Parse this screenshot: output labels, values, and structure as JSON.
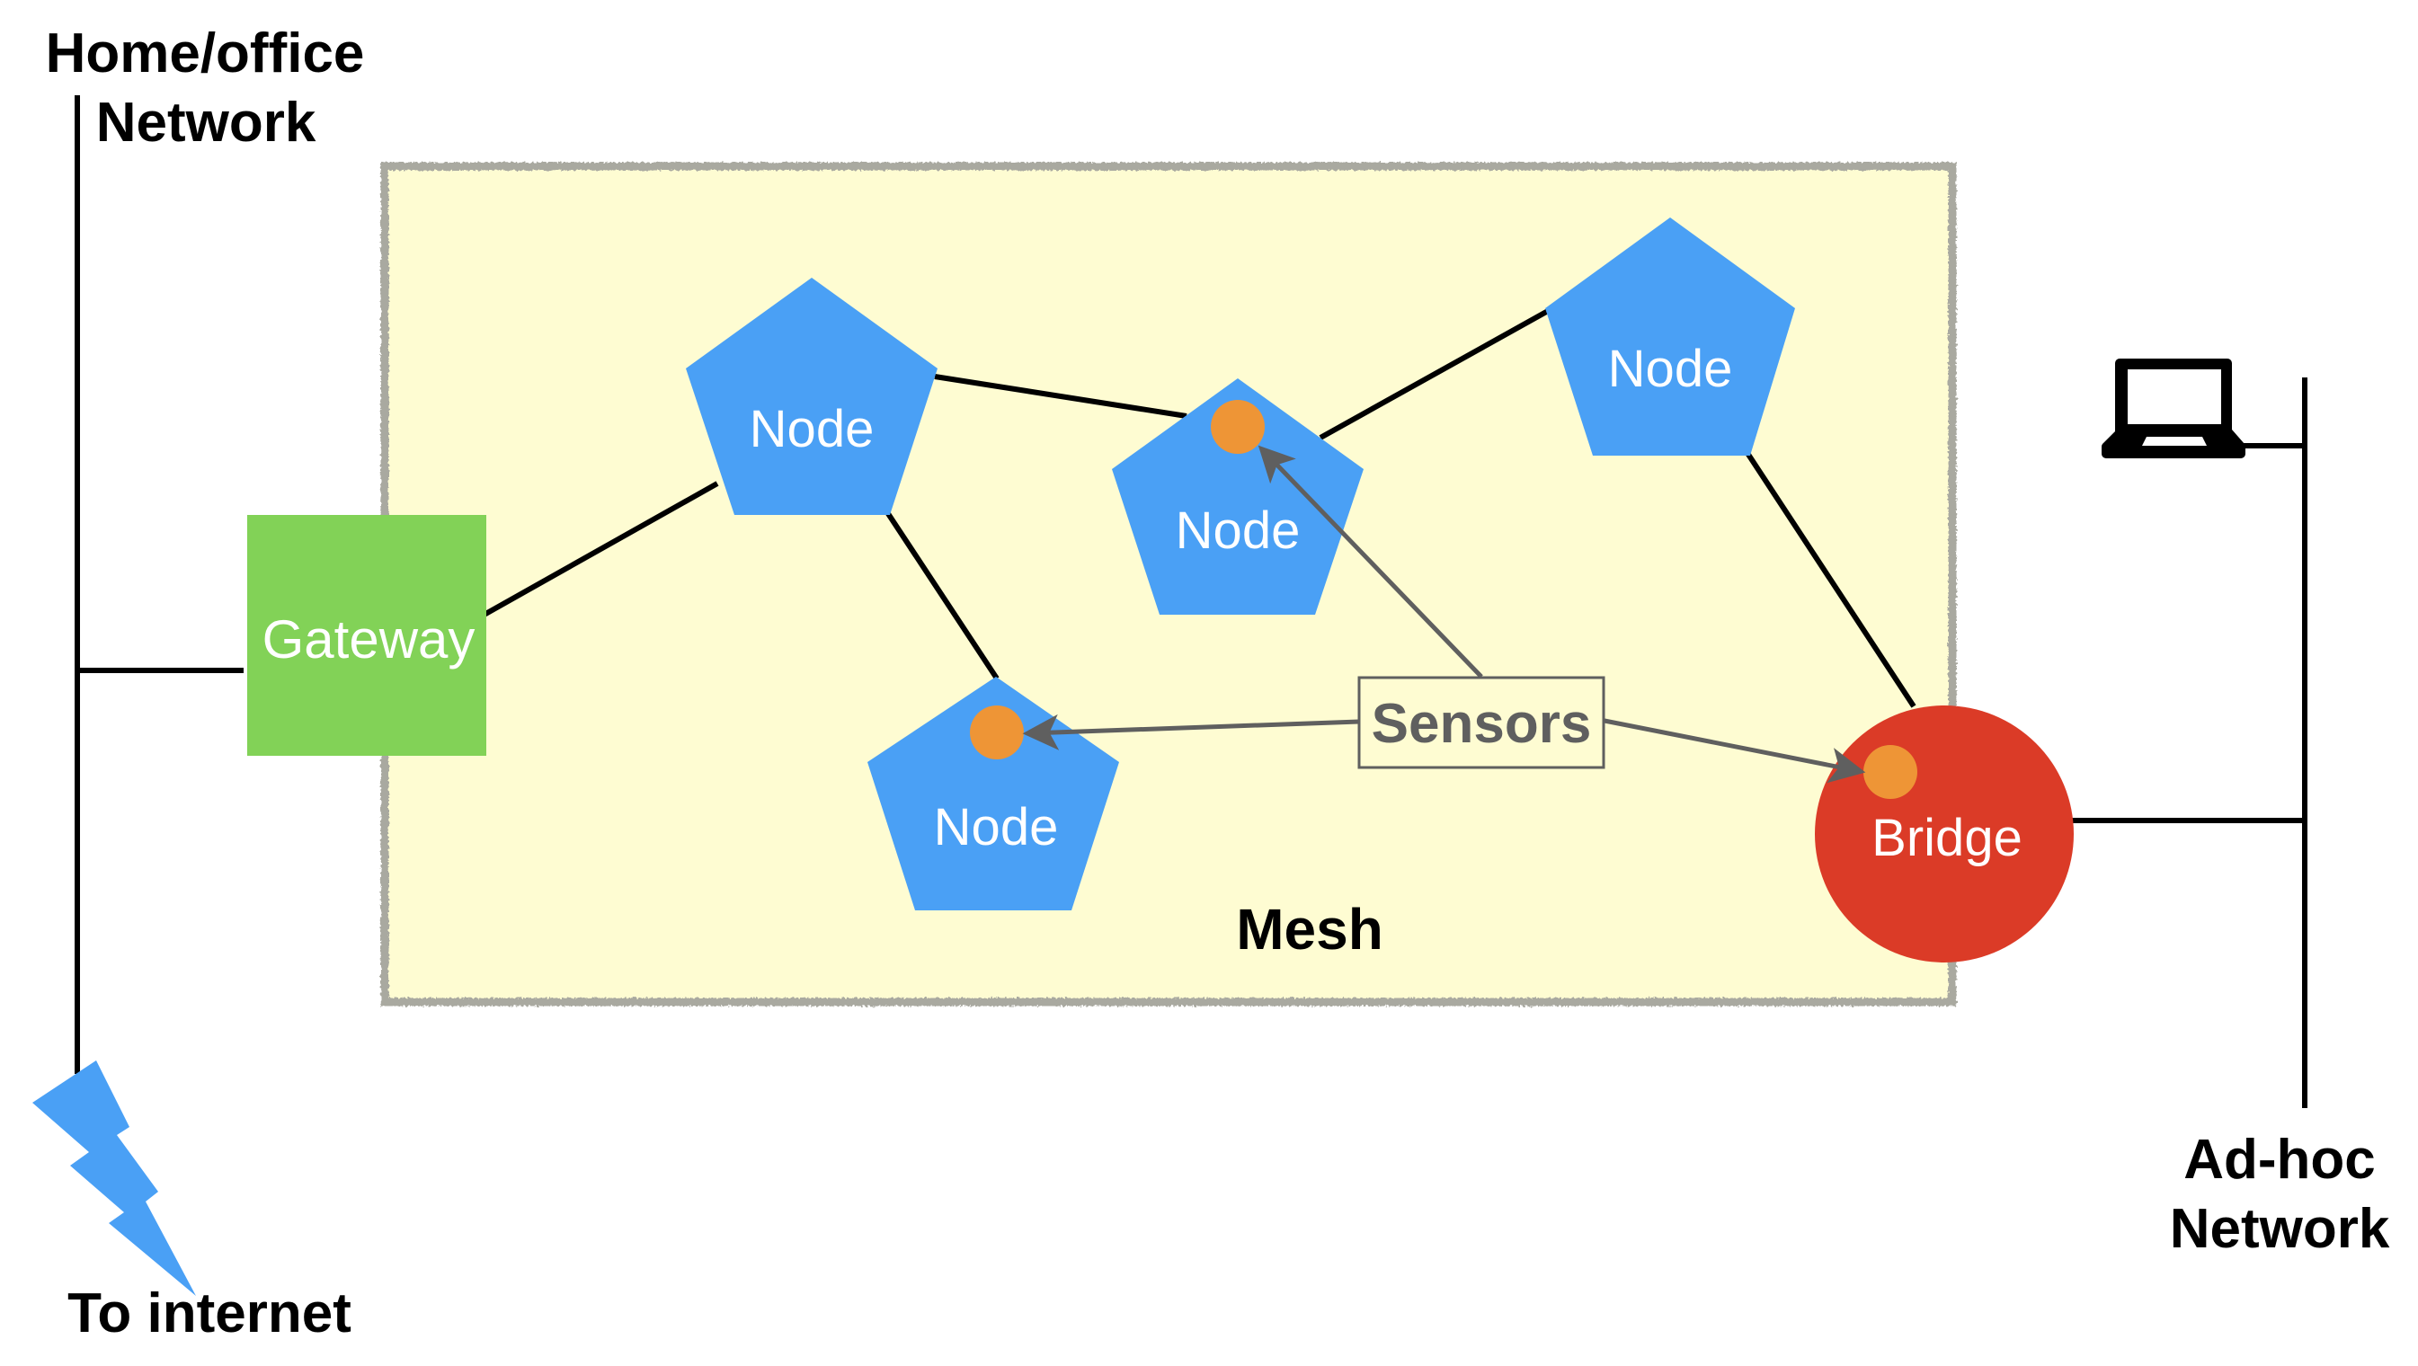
{
  "diagram": {
    "labels": {
      "home_network_line1": "Home/office",
      "home_network_line2": "Network",
      "to_internet": "To internet",
      "adhoc_line1": "Ad-hoc",
      "adhoc_line2": "Network",
      "mesh": "Mesh",
      "sensors": "Sensors"
    },
    "nodes": [
      {
        "id": "gateway",
        "type": "square",
        "label": "Gateway"
      },
      {
        "id": "node-1",
        "type": "pentagon",
        "label": "Node",
        "has_sensor": false
      },
      {
        "id": "node-2",
        "type": "pentagon",
        "label": "Node",
        "has_sensor": true
      },
      {
        "id": "node-3",
        "type": "pentagon",
        "label": "Node",
        "has_sensor": false
      },
      {
        "id": "node-4",
        "type": "pentagon",
        "label": "Node",
        "has_sensor": true
      },
      {
        "id": "bridge",
        "type": "circle",
        "label": "Bridge",
        "has_sensor": true
      }
    ],
    "links": [
      {
        "from": "home-office-network",
        "to": "gateway"
      },
      {
        "from": "gateway",
        "to": "node-1"
      },
      {
        "from": "node-1",
        "to": "node-2"
      },
      {
        "from": "node-1",
        "to": "node-4"
      },
      {
        "from": "node-2",
        "to": "node-3"
      },
      {
        "from": "node-3",
        "to": "bridge"
      },
      {
        "from": "bridge",
        "to": "ad-hoc-network"
      },
      {
        "from": "laptop",
        "to": "ad-hoc-network"
      }
    ],
    "sensor_callouts": [
      {
        "from": "sensors-label",
        "to": "node-2"
      },
      {
        "from": "sensors-label",
        "to": "node-4"
      },
      {
        "from": "sensors-label",
        "to": "bridge"
      }
    ],
    "icons": {
      "laptop": "laptop-icon",
      "internet": "lightning-bolt-icon"
    },
    "colors": {
      "node": "#4AA0F5",
      "gateway": "#82D257",
      "bridge": "#DB3B27",
      "sensor": "#EE9536",
      "mesh_fill": "#FEFCD2",
      "mesh_border": "#A9A9A0",
      "callout": "#5F5F5F",
      "link": "#000000"
    }
  }
}
